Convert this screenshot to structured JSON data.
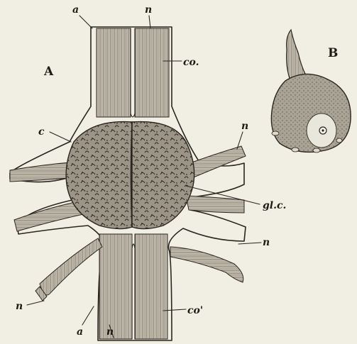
{
  "figure": {
    "panel_a_letter": "A",
    "panel_b_letter": "B",
    "labels": {
      "a_top": "a",
      "n_top": "n",
      "co": "co.",
      "c": "c",
      "n_right_upper": "n",
      "gl_c": "gl.c.",
      "n_right_lower": "n",
      "n_left_lower": "n",
      "co_prime": "co'",
      "a_bottom": "a",
      "n_bottom": "n"
    },
    "colors": {
      "paper": "#f1eee4",
      "ink": "#2a2520",
      "tissue": "#b9b3a5",
      "ganglion": "#8e877a"
    }
  }
}
